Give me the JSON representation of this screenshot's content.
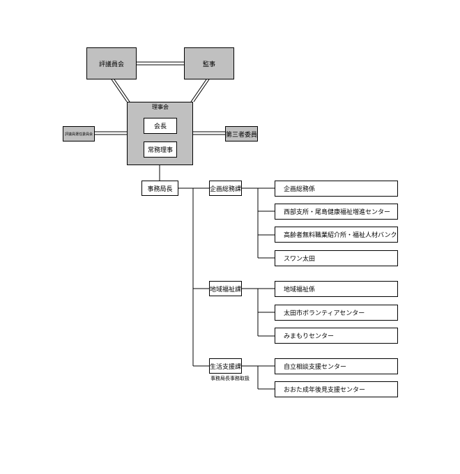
{
  "top": {
    "council": "評議員会",
    "auditor": "監事"
  },
  "board": {
    "title": "理事会",
    "chairman": "会長",
    "executive_director": "常務理事"
  },
  "side": {
    "left_committee": "評議員選任委員会",
    "third_party_committee": "第三者委員"
  },
  "secretary_general": "事務局長",
  "divisions": [
    {
      "name": "企画総務課",
      "units": [
        "企画総務係",
        "西部支所・尾島健康福祉増進センター",
        "高齢者無料職業紹介所・福祉人材バンク",
        "スワン太田"
      ]
    },
    {
      "name": "地域福祉課",
      "units": [
        "地域福祉係",
        "太田市ボランティアセンター",
        "みまもりセンター"
      ]
    },
    {
      "name": "生活支援課",
      "note": "事務局長事務取扱",
      "units": [
        "自立相談支援センター",
        "おおた成年後見支援センター"
      ]
    }
  ]
}
